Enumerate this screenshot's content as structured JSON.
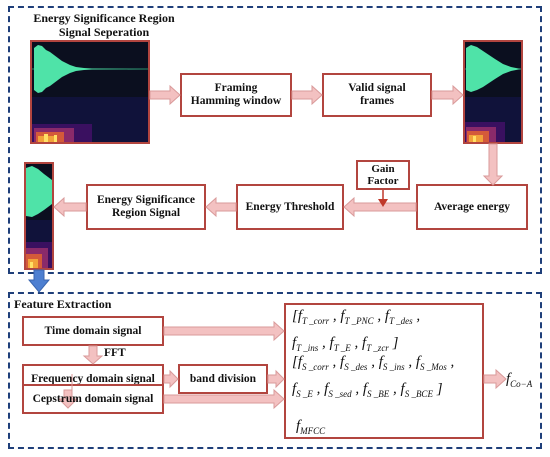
{
  "colors": {
    "panel_border": "#1f3f7a",
    "box_border": "#b2453f",
    "arrow_fill": "#f3c1c1",
    "arrow_stroke": "#d99a9a",
    "connector": "#4d7fd1"
  },
  "top_panel": {
    "title_line1": "Energy Significance Region",
    "title_line2": "Signal Seperation",
    "framing": {
      "line1": "Framing",
      "line2": "Hamming window"
    },
    "valid": {
      "line1": "Valid signal",
      "line2": "frames"
    },
    "average": "Average energy",
    "threshold": "Energy Threshold",
    "esr_signal": {
      "line1": "Energy Significance",
      "line2": "Region Signal"
    },
    "gain": {
      "line1": "Gain",
      "line2": "Factor"
    },
    "images": [
      "spectrogram-large",
      "spectrogram-medium",
      "spectrogram-small"
    ]
  },
  "bottom_panel": {
    "title": "Feature Extraction",
    "time": "Time domain signal",
    "frequency": "Frequency domain signal",
    "cepstrum": "Cepstrum domain signal",
    "band": "band division",
    "fft": "FFT",
    "time_features": {
      "line1": [
        {
          "sym": "[f",
          "sub": "T _corr",
          "sep": " , "
        },
        {
          "sym": "f",
          "sub": "T _PNC",
          "sep": " , "
        },
        {
          "sym": "f",
          "sub": "T _des",
          "sep": " ,"
        }
      ],
      "line2": [
        {
          "sym": "f",
          "sub": "T _ins",
          "sep": " , "
        },
        {
          "sym": "f",
          "sub": "T _E",
          "sep": " , "
        },
        {
          "sym": "f",
          "sub": "T _zcr",
          "sep": " ]"
        }
      ]
    },
    "freq_features": {
      "line1": [
        {
          "sym": "[f",
          "sub": "S _corr",
          "sep": " , "
        },
        {
          "sym": "f",
          "sub": "S _des",
          "sep": " , "
        },
        {
          "sym": "f",
          "sub": "S _ins",
          "sep": " , "
        },
        {
          "sym": "f",
          "sub": "S _Mos",
          "sep": " ,"
        }
      ],
      "line2": [
        {
          "sym": "f",
          "sub": "S _E",
          "sep": " , "
        },
        {
          "sym": "f",
          "sub": "S _sed",
          "sep": " , "
        },
        {
          "sym": "f",
          "sub": "S _BE",
          "sep": " , "
        },
        {
          "sym": "f",
          "sub": "S _BCE",
          "sep": " ]"
        }
      ]
    },
    "mfcc": {
      "sym": "f",
      "sub": "MFCC"
    },
    "output": {
      "sym": "f",
      "sub": "Co−A"
    }
  }
}
